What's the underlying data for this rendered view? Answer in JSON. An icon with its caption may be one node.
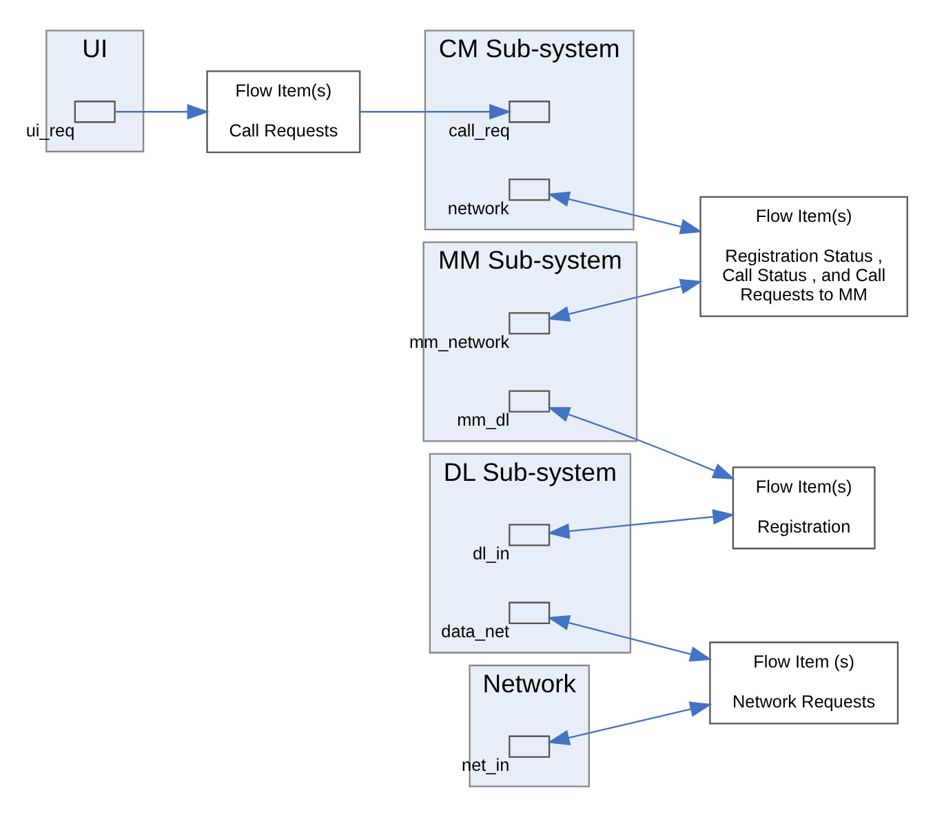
{
  "diagram": {
    "nodes": [
      {
        "text": [
          "UI"
        ]
      },
      {
        "text": [],
        "shape": "box",
        "in": 0,
        "beside": [
          "ui_req"
        ]
      },
      {
        "text": [
          "Flow Item(s)",
          "Call Requests"
        ]
      },
      {
        "text": [
          "CM Sub-system"
        ]
      },
      {
        "text": [],
        "shape": "box",
        "in": 3,
        "beside": [
          "call_req"
        ]
      },
      {
        "text": [],
        "shape": "box",
        "in": 3,
        "beside": [
          "network"
        ]
      },
      {
        "text": [
          "Flow Item(s)",
          "Registration Status , Call Status , and Call Requests to MM"
        ]
      },
      {
        "text": [
          "MM Sub-system"
        ]
      },
      {
        "text": [],
        "shape": "box",
        "in": 7,
        "beside": [
          "mm_network"
        ]
      },
      {
        "text": [],
        "shape": "box",
        "in": 7,
        "beside": [
          "mm_dl"
        ]
      },
      {
        "text": [
          "Network"
        ]
      },
      {
        "text": [],
        "shape": "box",
        "in": 10,
        "beside": [
          "net_in"
        ]
      },
      {
        "text": [
          "Flow Item (s)",
          "Network Requests"
        ]
      },
      {
        "text": [
          "Flow Item(s)",
          "Registration"
        ]
      },
      {
        "text": [
          "DL Sub-system"
        ]
      },
      {
        "text": [],
        "shape": "box",
        "in": 14,
        "beside": [
          "dl_in"
        ]
      },
      {
        "text": [],
        "shape": "box",
        "in": 14,
        "beside": [
          "data_net"
        ]
      }
    ],
    "edges": [
      {
        "from": 1,
        "to": 2,
        "arrow": "to"
      },
      {
        "from": 2,
        "to": 4,
        "arrow": "to"
      },
      {
        "from": 5,
        "to": 6,
        "arrow": "both"
      },
      {
        "from": 8,
        "to": 6,
        "arrow": "both"
      },
      {
        "from": 9,
        "to": 13,
        "arrow": "both"
      },
      {
        "from": 15,
        "to": 13,
        "arrow": "both"
      },
      {
        "from": 11,
        "to": 12,
        "arrow": "both"
      },
      {
        "from": 16,
        "to": 12,
        "arrow": "both"
      }
    ]
  }
}
